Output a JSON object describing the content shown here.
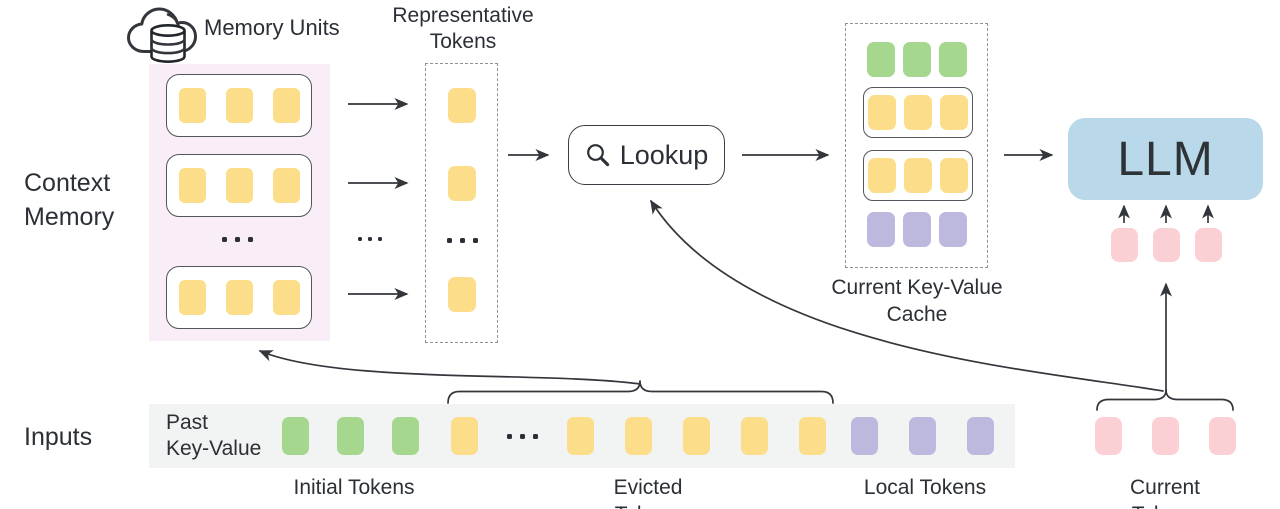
{
  "figure": {
    "context_memory_label": {
      "line1": "Context",
      "line2": "Memory"
    },
    "inputs_label": "Inputs",
    "memory_units_label": "Memory Units",
    "representative_tokens_label": {
      "line1": "Representative",
      "line2": "Tokens"
    },
    "lookup_button": {
      "label": "Lookup",
      "icon": "magnifier-icon"
    },
    "current_kv_cache_label": {
      "line1": "Current Key-Value",
      "line2": "Cache"
    },
    "llm_label": "LLM",
    "past_key_value_label": {
      "line1": "Past",
      "line2": "Key-Value"
    },
    "token_group_labels": {
      "initial": "Initial Tokens",
      "evicted": "Evicted Tokens",
      "local": "Local Tokens",
      "current": "Current Tokens"
    },
    "ellipsis": "..."
  },
  "colors": {
    "yellow_token": "#fbdd8a",
    "green_token": "#a6d78f",
    "purple_token": "#bdb8de",
    "pink_token": "#fbd0d4",
    "llm_box": "#b9d8e9",
    "memory_panel_bg": "#f9eef7",
    "input_strip_bg": "#f2f4f3",
    "line": "#33373c"
  },
  "token_groups": {
    "memory_unit_row": {
      "count": 3,
      "color": "#fbdd8a",
      "name": "memory-token"
    },
    "representative_single": {
      "count": 1,
      "color": "#fbdd8a",
      "name": "representative-token"
    },
    "cache_initial_row": {
      "count": 3,
      "color": "#a6d78f",
      "name": "cache-initial-token"
    },
    "cache_unit_row": {
      "count": 3,
      "color": "#fbdd8a",
      "name": "cache-memory-token"
    },
    "cache_local_row": {
      "count": 3,
      "color": "#bdb8de",
      "name": "cache-local-token"
    },
    "llm_input_row": {
      "count": 3,
      "color": "#fbd0d4",
      "name": "llm-input-token"
    },
    "strip_initial": {
      "count": 3,
      "color": "#a6d78f",
      "name": "initial-token"
    },
    "strip_evicted_head": {
      "count": 1,
      "color": "#fbdd8a",
      "name": "evicted-token"
    },
    "strip_evicted_tail": {
      "count": 5,
      "color": "#fbdd8a",
      "name": "evicted-token"
    },
    "strip_local": {
      "count": 3,
      "color": "#bdb8de",
      "name": "local-token"
    },
    "current_tokens": {
      "count": 3,
      "color": "#fbd0d4",
      "name": "current-token"
    }
  }
}
